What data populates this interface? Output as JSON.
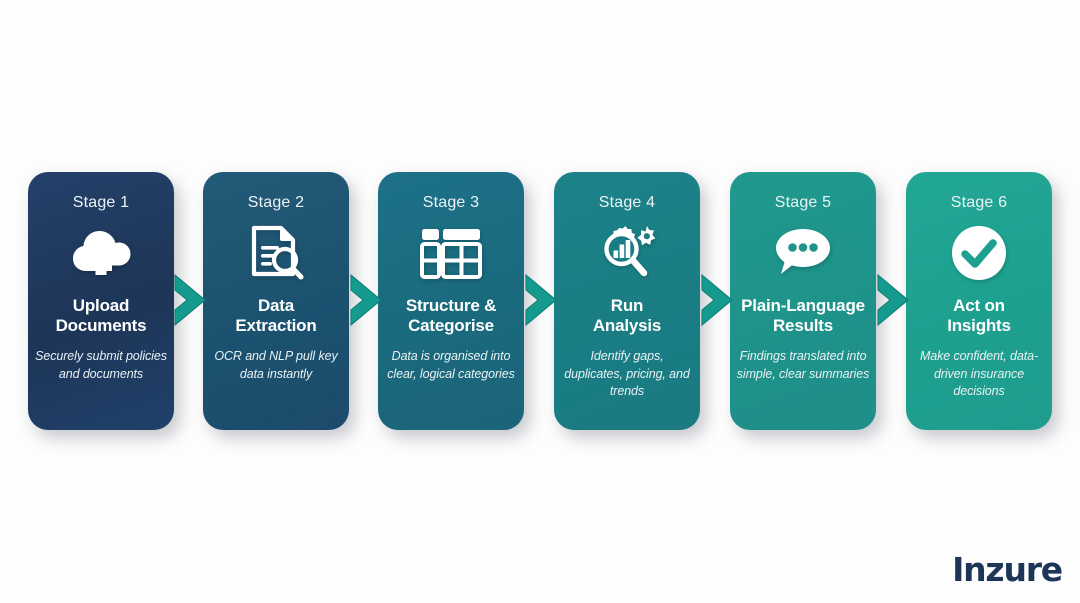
{
  "background_color": "#fdfdfd",
  "brand": {
    "name": "Inzure",
    "color": "#1d3557"
  },
  "connector": {
    "icon": "chevron-right-icon",
    "color": "#159a90",
    "count": 5
  },
  "diagram": {
    "type": "process-flow",
    "orientation": "horizontal",
    "stage_count": 6,
    "stages": [
      {
        "label": "Stage 1",
        "title": "Upload\nDocuments",
        "title_line1": "Upload",
        "title_line2": "Documents",
        "description": "Securely submit policies and documents",
        "icon": "cloud-upload-icon",
        "color": "#1d3557"
      },
      {
        "label": "Stage 2",
        "title": "Data\nExtraction",
        "title_line1": "Data",
        "title_line2": "Extraction",
        "description": "OCR and NLP pull key data instantly",
        "icon": "document-search-icon",
        "color": "#1b5270"
      },
      {
        "label": "Stage 3",
        "title": "Structure &\nCategorise",
        "title_line1": "Structure &",
        "title_line2": "Categorise",
        "description": "Data is organised into clear, logical categories",
        "icon": "table-grid-icon",
        "color": "#1a6a7e"
      },
      {
        "label": "Stage 4",
        "title": "Run\nAnalysis",
        "title_line1": "Run",
        "title_line2": "Analysis",
        "description": "Identify gaps, duplicates, pricing, and trends",
        "icon": "gear-chart-magnifier-icon",
        "color": "#1a7d84"
      },
      {
        "label": "Stage 5",
        "title": "Plain-Language\nResults",
        "title_line1": "Plain-Language",
        "title_line2": "Results",
        "description": "Findings translated into simple, clear summaries",
        "icon": "chat-bubble-dots-icon",
        "color": "#1e938a"
      },
      {
        "label": "Stage 6",
        "title": "Act on\nInsights",
        "title_line1": "Act on",
        "title_line2": "Insights",
        "description": "Make confident, data-driven insurance decisions",
        "icon": "check-circle-icon",
        "color": "#1ea08f"
      }
    ]
  }
}
